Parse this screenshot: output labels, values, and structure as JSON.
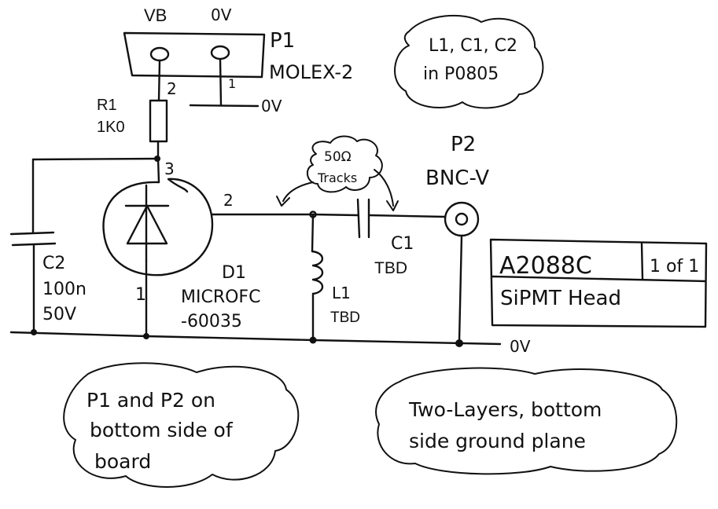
{
  "connector_p1": {
    "pin_vb_label": "VB",
    "pin_0v_label": "0V",
    "ref": "P1",
    "value": "MOLEX-2",
    "pin1_number": "1",
    "pin2_number": "2",
    "ground_label": "0V"
  },
  "resistor_r1": {
    "ref": "R1",
    "value": "1K0"
  },
  "diode_d1": {
    "ref": "D1",
    "value_line1": "MICROFC",
    "value_line2": "-60035",
    "pin1": "1",
    "pin2": "2",
    "pin3": "3"
  },
  "capacitor_c2": {
    "ref": "C2",
    "value": "100n",
    "voltage": "50V"
  },
  "capacitor_c1": {
    "ref": "C1",
    "value": "TBD"
  },
  "inductor_l1": {
    "ref": "L1",
    "value": "TBD"
  },
  "connector_p2": {
    "ref": "P2",
    "value": "BNC-V"
  },
  "ground_rail_label": "0V",
  "note_traces": {
    "line1": "50Ω",
    "line2": "Tracks"
  },
  "note_package": {
    "line1": "L1, C1, C2",
    "line2": "in P0805"
  },
  "title_block": {
    "part_number": "A2088C",
    "sheet": "1 of 1",
    "title": "SiPMT Head"
  },
  "note_bottom_side": {
    "line1": "P1 and P2 on",
    "line2": "bottom side of",
    "line3": "board"
  },
  "note_layers": {
    "line1": "Two-Layers, bottom",
    "line2": "side ground plane"
  }
}
